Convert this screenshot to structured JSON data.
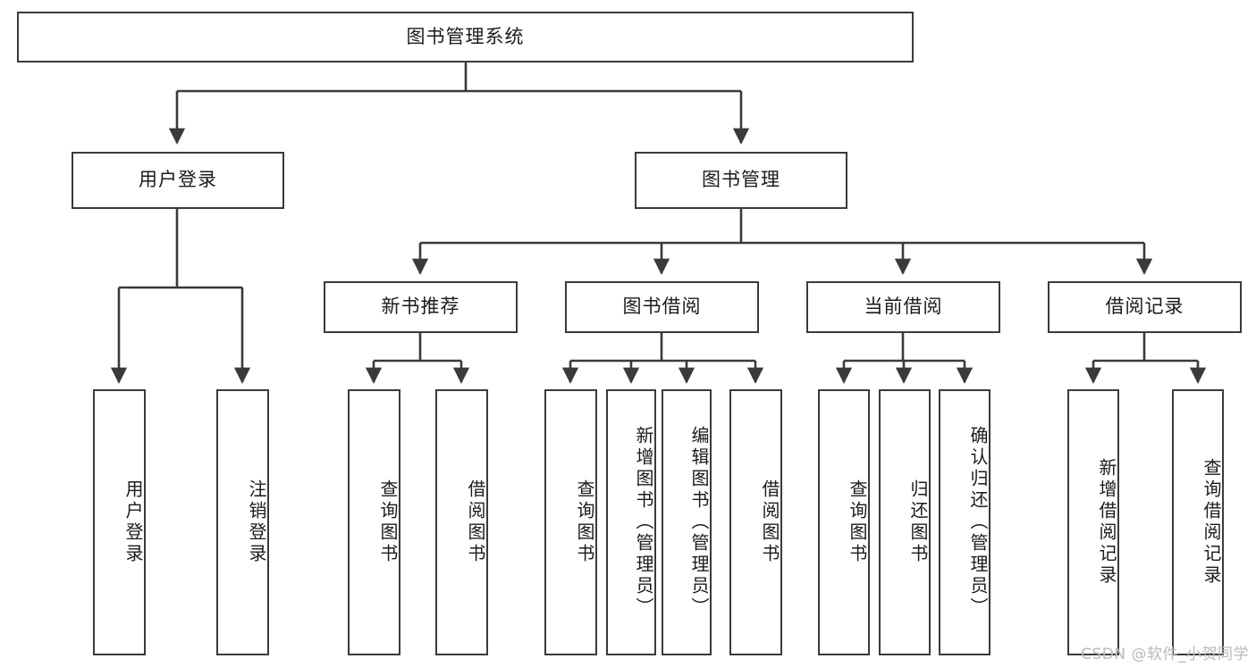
{
  "diagram": {
    "title": "图书管理系统",
    "watermark": "CSDN @软件_小贺同学",
    "colors": {
      "box_border": "#3a3a3a",
      "box_fill": "#ffffff",
      "connector": "#3a3a3a",
      "text": "#1b1b1b",
      "watermark": "#b9b9b9",
      "background": "#ffffff"
    },
    "root": {
      "label": "图书管理系统"
    },
    "level2": [
      {
        "label": "用户登录"
      },
      {
        "label": "图书管理"
      }
    ],
    "level3": [
      {
        "label": "新书推荐"
      },
      {
        "label": "图书借阅"
      },
      {
        "label": "当前借阅"
      },
      {
        "label": "借阅记录"
      }
    ],
    "leaves": {
      "user_login": [
        {
          "label": "用户登录"
        },
        {
          "label": "注销登录"
        }
      ],
      "new_book": [
        {
          "label": "查询图书"
        },
        {
          "label": "借阅图书"
        }
      ],
      "book_borrow": [
        {
          "label": "查询图书"
        },
        {
          "label": "新增图书（管理员）"
        },
        {
          "label": "编辑图书（管理员）"
        },
        {
          "label": "借阅图书"
        }
      ],
      "current_borrow": [
        {
          "label": "查询图书"
        },
        {
          "label": "归还图书"
        },
        {
          "label": "确认归还（管理员）"
        }
      ],
      "borrow_record": [
        {
          "label": "新增借阅记录"
        },
        {
          "label": "查询借阅记录"
        }
      ]
    }
  }
}
